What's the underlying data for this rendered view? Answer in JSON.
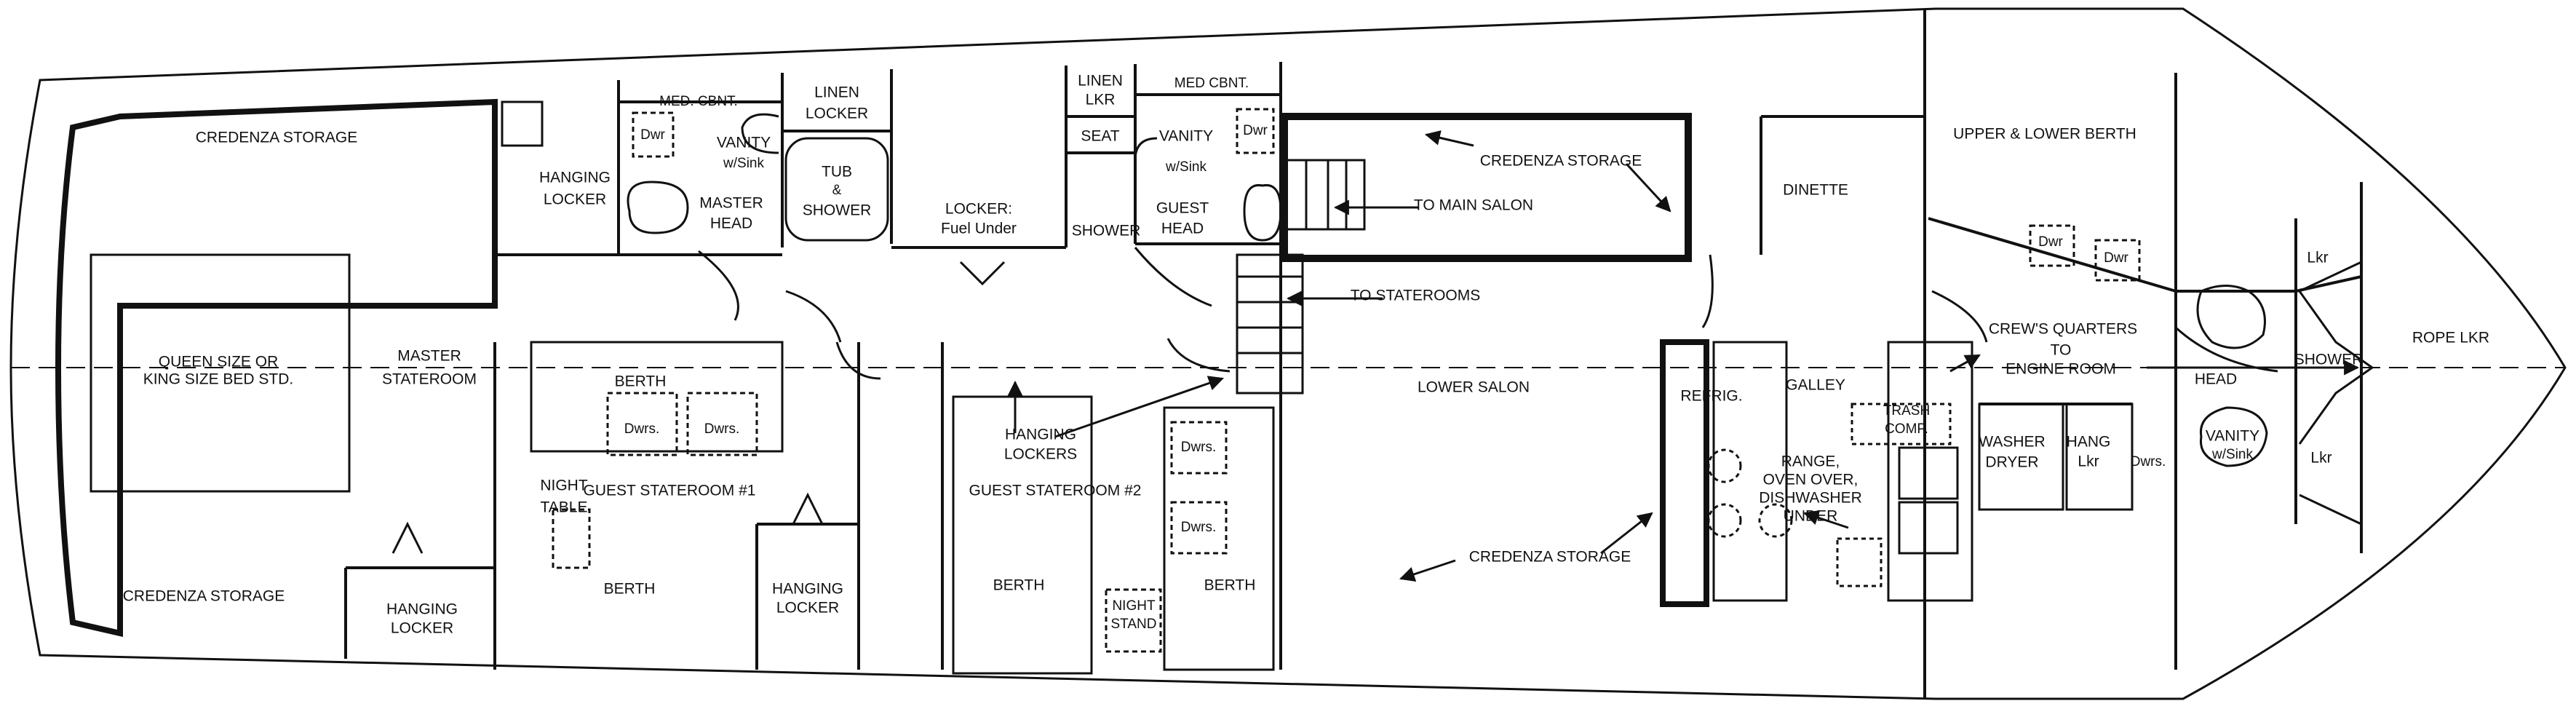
{
  "labels": {
    "credenza_storage_fwd_master": "CREDENZA STORAGE",
    "credenza_storage_aft_master": "CREDENZA STORAGE",
    "queen_bed": "QUEEN SIZE OR",
    "queen_bed_2": "KING SIZE BED STD.",
    "master": "MASTER",
    "stateroom": "STATEROOM",
    "hanging_locker_master": "HANGING",
    "hanging_locker_master_2": "LOCKER",
    "med_cbnt_master": "MED. CBNT.",
    "dwr_master_head": "Dwr",
    "vanity_master": "VANITY",
    "vanity_master_2": "w/Sink",
    "master_head": "MASTER",
    "master_head_2": "HEAD",
    "linen_locker": "LINEN",
    "linen_locker_2": "LOCKER",
    "tub": "TUB",
    "amp": "&",
    "shower_tub": "SHOWER",
    "locker_fuel": "LOCKER:",
    "locker_fuel_2": "Fuel Under",
    "linen_lkr": "LINEN",
    "linen_lkr_2": "LKR",
    "seat": "SEAT",
    "shower_guest": "SHOWER",
    "med_cbnt_guest": "MED CBNT.",
    "vanity_guest": "VANITY",
    "vanity_guest_2": "w/Sink",
    "dwr_guest_head": "Dwr",
    "guest_head": "GUEST",
    "guest_head_2": "HEAD",
    "to_main_salon": "TO MAIN SALON",
    "to_staterooms": "TO STATEROOMS",
    "credenza_storage_salon_top": "CREDENZA STORAGE",
    "dinette": "DINETTE",
    "upper_lower_berth": "UPPER & LOWER BERTH",
    "dwr_crew_1": "Dwr",
    "dwr_crew_2": "Dwr",
    "lkr_fwd_top": "Lkr",
    "berth_guest1": "BERTH",
    "dwrs_1": "Dwrs.",
    "dwrs_2": "Dwrs.",
    "night_table": "NIGHT",
    "night_table_2": "TABLE",
    "guest_stateroom_1": "GUEST STATEROOM #1",
    "berth_guest1_lower": "BERTH",
    "hanging_locker_g1": "HANGING",
    "hanging_locker_g1_2": "LOCKER",
    "hanging_locker_aft": "HANGING",
    "hanging_locker_aft_2": "LOCKER",
    "hanging_lockers": "HANGING",
    "hanging_lockers_2": "LOCKERS",
    "guest_stateroom_2": "GUEST STATEROOM #2",
    "dwrs_g2_1": "Dwrs.",
    "dwrs_g2_2": "Dwrs.",
    "berth_g2_a": "BERTH",
    "berth_g2_b": "BERTH",
    "night_stand": "NIGHT",
    "night_stand_2": "STAND",
    "lower_salon": "LOWER SALON",
    "credenza_storage_salon_bottom": "CREDENZA STORAGE",
    "refrig": "REFRIG.",
    "galley": "GALLEY",
    "trash_comp": "TRASH",
    "trash_comp_2": "COMP.",
    "range": "RANGE,",
    "range_2": "OVEN OVER,",
    "range_3": "DISHWASHER",
    "range_4": "UNDER",
    "crews_quarters": "CREW'S QUARTERS",
    "to_engine": "TO",
    "to_engine_2": "ENGINE ROOM",
    "washer_dryer": "WASHER",
    "washer_dryer_2": "DRYER",
    "hang_lkr": "HANG",
    "hang_lkr_2": "Lkr",
    "dwrs_crew": "Dwrs.",
    "head_crew": "HEAD",
    "vanity_crew": "VANITY",
    "vanity_crew_2": "w/Sink",
    "shower_crew": "SHOWER",
    "lkr_fwd_bottom": "Lkr",
    "rope_lkr": "ROPE LKR"
  }
}
